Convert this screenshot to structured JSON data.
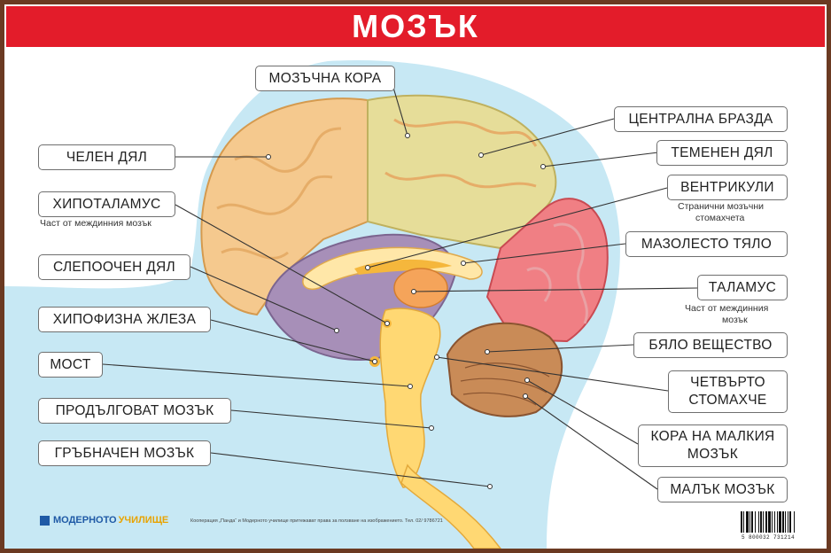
{
  "title": "МОЗЪК",
  "labels": {
    "cortex": "МОЗЪЧНА КОРА",
    "central_sulcus": "ЦЕНТРАЛНА БРАЗДА",
    "frontal_lobe": "ЧЕЛЕН ДЯЛ",
    "parietal_lobe": "ТЕМЕНЕН ДЯЛ",
    "hypothalamus": "ХИПОТАЛАМУС",
    "hypothalamus_sub": "Част от междинния мозък",
    "ventricles": "ВЕНТРИКУЛИ",
    "ventricles_sub_1": "Странични мозъчни",
    "ventricles_sub_2": "стомахчета",
    "corpus_callosum": "МАЗОЛЕСТО ТЯЛО",
    "temporal_lobe": "СЛЕПООЧЕН ДЯЛ",
    "thalamus": "ТАЛАМУС",
    "thalamus_sub_1": "Част от междинния",
    "thalamus_sub_2": "мозък",
    "pituitary": "ХИПОФИЗНА ЖЛЕЗА",
    "white_matter": "БЯЛО ВЕЩЕСТВО",
    "pons": "МОСТ",
    "fourth_ventricle_1": "ЧЕТВЪРТО",
    "fourth_ventricle_2": "СТОМАХЧЕ",
    "medulla": "ПРОДЪЛГОВАТ МОЗЪК",
    "cerebellar_cortex_1": "КОРА НА МАЛКИЯ",
    "cerebellar_cortex_2": "МОЗЪК",
    "spinal_cord": "ГРЪБНАЧЕН МОЗЪК",
    "cerebellum": "МАЛЪК МОЗЪК"
  },
  "footer": {
    "logo_part1": "МОДЕРНОТО",
    "logo_part2": "УЧИЛИЩЕ",
    "credits": "Кооперация „Панда“ и Модерното училище притежават права за ползване на изображението. Тел. 02/ 9786721",
    "barcode_number": "5 800032 731214"
  },
  "colors": {
    "title_bar": "#e31c2a",
    "frontal": "#f5c98e",
    "parietal": "#e6dd99",
    "occipital": "#f07f84",
    "temporal": "#a78fb8",
    "cerebellum": "#c98b57",
    "brainstem": "#ffd873",
    "head_silhouette": "#c7e8f4"
  }
}
